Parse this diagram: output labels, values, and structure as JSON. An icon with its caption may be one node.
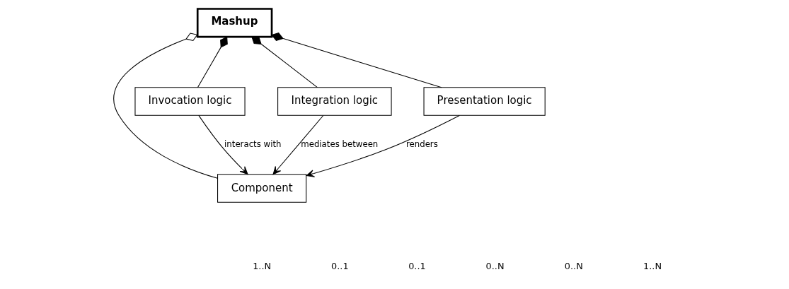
{
  "diagram": {
    "nodes": [
      {
        "text": [
          "Mashup"
        ]
      },
      {
        "text": [
          "Component"
        ]
      },
      {
        "text": [
          "Invocation logic"
        ]
      },
      {
        "text": [
          "Integration logic"
        ]
      },
      {
        "text": [
          "Presentation logic"
        ]
      }
    ],
    "edges": [
      {
        "from": 0,
        "to": 1,
        "arrow": "other"
      },
      {
        "from": 0,
        "to": 2,
        "arrow": "other"
      },
      {
        "from": 0,
        "to": 3,
        "arrow": "other"
      },
      {
        "from": 0,
        "to": 4,
        "arrow": "other"
      },
      {
        "from": 2,
        "to": 1,
        "arrow": "to",
        "label": "interacts with"
      },
      {
        "from": 3,
        "to": 1,
        "arrow": "to",
        "label": "mediates between"
      },
      {
        "from": 4,
        "to": 1,
        "arrow": "to",
        "label": "renders"
      }
    ],
    "labels": [
      "1..N",
      "0..1",
      "0..1",
      "0..N",
      "0..N",
      "1..N"
    ]
  }
}
